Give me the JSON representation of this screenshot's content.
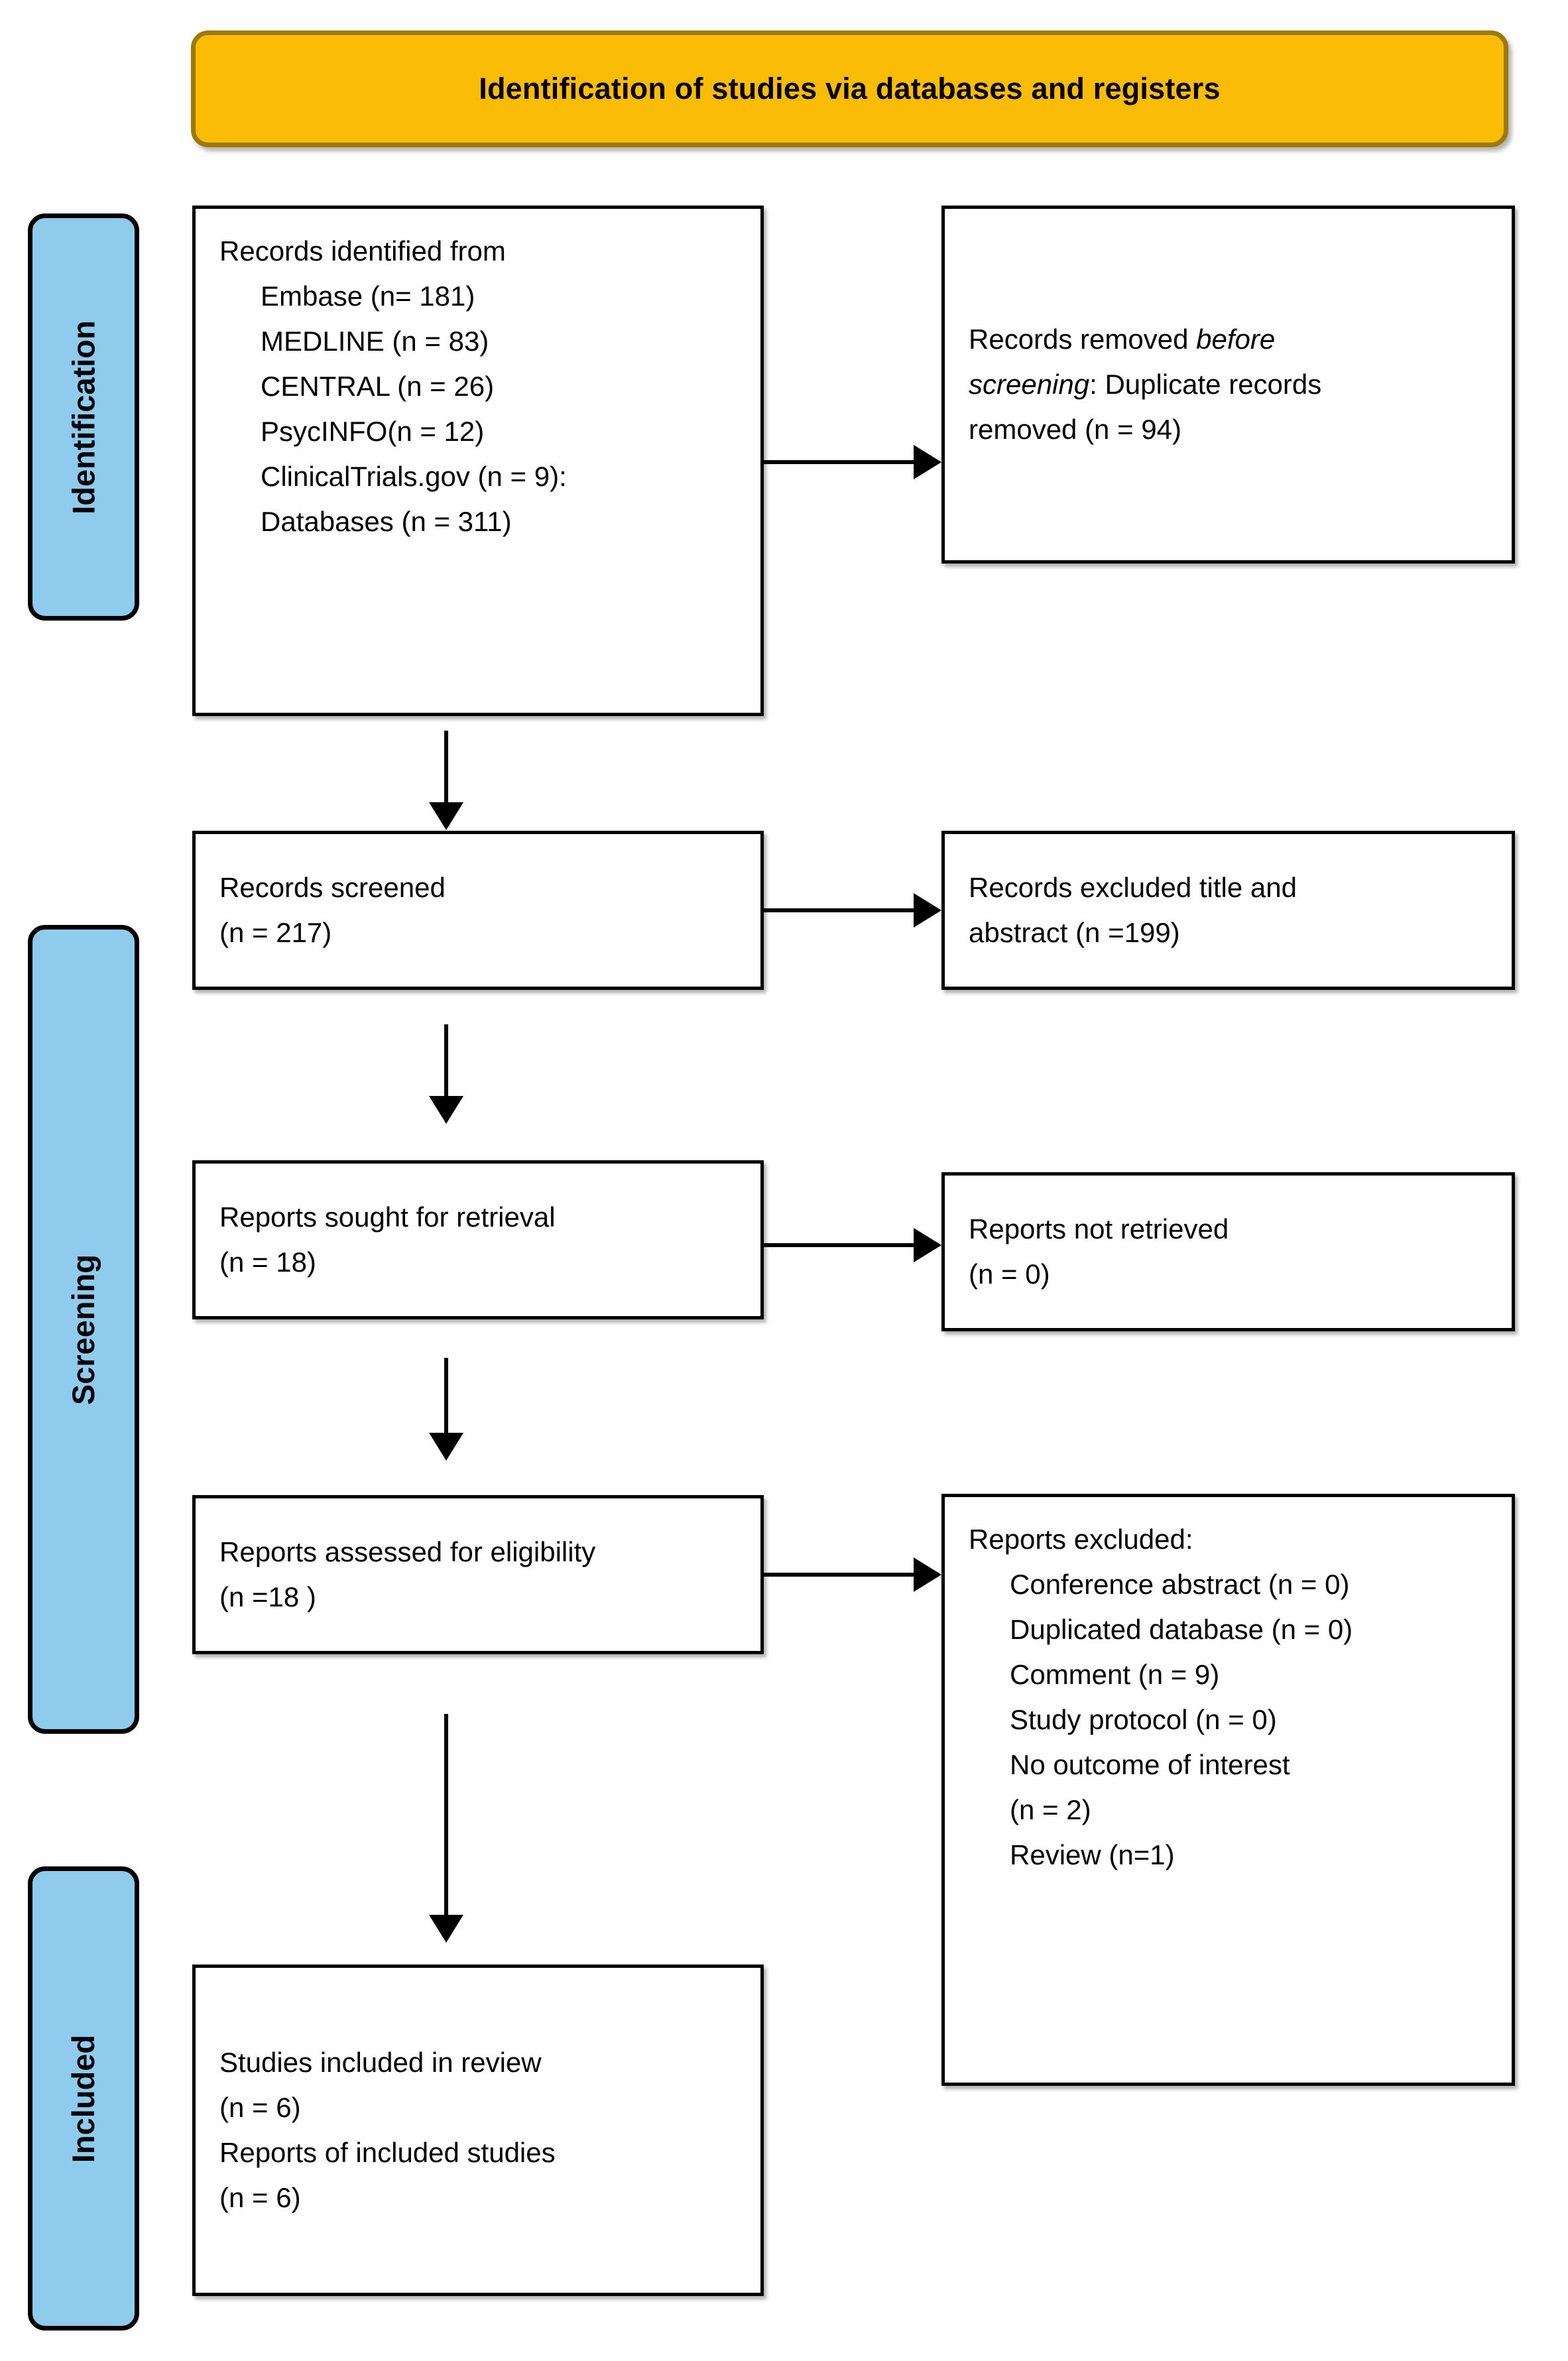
{
  "banner": {
    "title": "Identification of studies via databases and registers"
  },
  "stages": [
    {
      "label": "Identification"
    },
    {
      "label": "Screening"
    },
    {
      "label": "Included"
    }
  ],
  "boxes": {
    "identified": {
      "heading": "Records identified from",
      "sources": [
        "Embase (n= 181)",
        "MEDLINE (n = 83)",
        "CENTRAL (n = 26)",
        "PsycINFO(n = 12)",
        "ClinicalTrials.gov (n = 9):",
        "Databases (n = 311)"
      ]
    },
    "removed": {
      "line1_prefix": "Records removed ",
      "line1_italic": "before",
      "line2_italic": "screening",
      "line2_rest": ": Duplicate records",
      "line3": "removed (n = 94)"
    },
    "screened": {
      "line1": "Records screened",
      "line2": "(n = 217)"
    },
    "excluded_title_abstract": {
      "line1": "Records excluded title and",
      "line2": "abstract (n =199)"
    },
    "sought": {
      "line1": "Reports sought for retrieval",
      "line2": "(n = 18)"
    },
    "not_retrieved": {
      "line1": "Reports not retrieved",
      "line2": "(n = 0)"
    },
    "assessed": {
      "line1": "Reports assessed for eligibility",
      "line2": "(n =18 )"
    },
    "reports_excluded": {
      "heading": "Reports excluded:",
      "reasons": [
        "Conference abstract (n = 0)",
        "Duplicated database (n = 0)",
        "Comment (n = 9)",
        "Study protocol (n = 0)",
        "No outcome of interest",
        "(n = 2)",
        "Review (n=1)"
      ]
    },
    "included": {
      "line1": "Studies included in review",
      "line2": "(n = 6)",
      "line3": "Reports of included studies",
      "line4": "(n = 6)"
    }
  },
  "colors": {
    "banner_fill": "#FBBC06",
    "banner_border": "#9C7A05",
    "stage_fill": "#8FCBEC",
    "box_border": "#000000"
  }
}
